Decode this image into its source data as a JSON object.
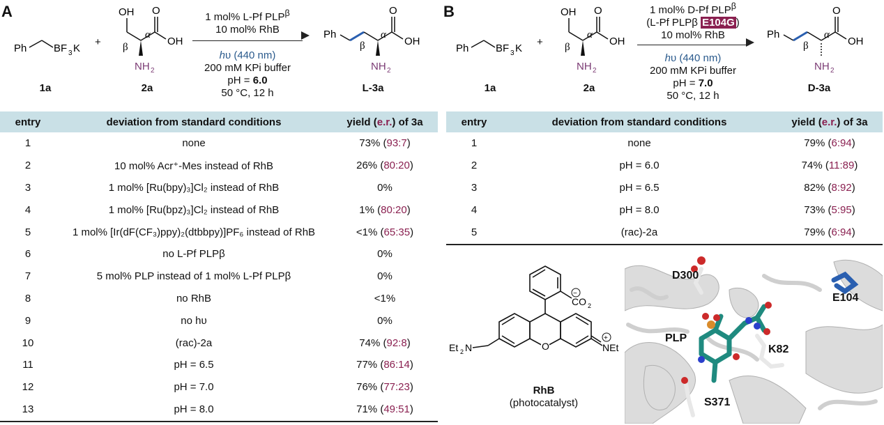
{
  "panelA": {
    "letter": "A",
    "reagent1": {
      "label": "1a"
    },
    "reagent2": {
      "label": "2a"
    },
    "product": {
      "label": "L-3a"
    },
    "conditions": {
      "catalyst_pre": "1 mol% ",
      "catalyst_d": "L",
      "catalyst_post": "-Pf PLP",
      "catalyst_sup": "β",
      "photocat": "10 mol% RhB",
      "light": "(440 nm)",
      "buffer": "200 mM KPi buffer",
      "ph_pre": "pH = ",
      "ph_val": "6.0",
      "temp": "50 °C, 12 h"
    },
    "table": {
      "headers": {
        "entry": "entry",
        "deviation": "deviation from standard conditions",
        "yield_pre": "yield (",
        "yield_er": "e.r.",
        "yield_post": ") of 3a"
      },
      "rows": [
        {
          "entry": "1",
          "deviation": "none",
          "yield": "73%",
          "er": "93:7"
        },
        {
          "entry": "2",
          "deviation": "10 mol% Acr⁺-Mes instead of RhB",
          "yield": "26%",
          "er": "80:20"
        },
        {
          "entry": "3",
          "deviation": "1 mol% [Ru(bpy)₃]Cl₂ instead of RhB",
          "yield": "0%",
          "er": ""
        },
        {
          "entry": "4",
          "deviation": "1 mol% [Ru(bpz)₃]Cl₂ instead of RhB",
          "yield": "1%",
          "er": "80:20"
        },
        {
          "entry": "5",
          "deviation": "1 mol% [Ir(dF(CF₃)ppy)₂(dtbbpy)]PF₆ instead of RhB",
          "yield": "<1%",
          "er": "65:35"
        },
        {
          "entry": "6",
          "deviation": "no  L-Pf PLPβ",
          "yield": "0%",
          "er": ""
        },
        {
          "entry": "7",
          "deviation": "5 mol% PLP instead of 1 mol% L-Pf PLPβ",
          "yield": "0%",
          "er": ""
        },
        {
          "entry": "8",
          "deviation": "no RhB",
          "yield": "<1%",
          "er": ""
        },
        {
          "entry": "9",
          "deviation": "no hυ",
          "yield": "0%",
          "er": ""
        },
        {
          "entry": "10",
          "deviation": "(rac)-2a",
          "yield": "74%",
          "er": "92:8"
        },
        {
          "entry": "11",
          "deviation": "pH = 6.5",
          "yield": "77%",
          "er": "86:14"
        },
        {
          "entry": "12",
          "deviation": "pH = 7.0",
          "yield": "76%",
          "er": "77:23"
        },
        {
          "entry": "13",
          "deviation": "pH = 8.0",
          "yield": "71%",
          "er": "49:51"
        }
      ]
    }
  },
  "panelB": {
    "letter": "B",
    "reagent1": {
      "label": "1a"
    },
    "reagent2": {
      "label": "2a"
    },
    "product": {
      "label": "D-3a"
    },
    "conditions": {
      "catalyst_pre": "1 mol% ",
      "catalyst_d": "D",
      "catalyst_post": "-Pf PLP",
      "catalyst_sup": "β",
      "mutant_pre": "(L-Pf PLPβ ",
      "mutant": "E104G",
      "mutant_post": ")",
      "photocat": "10 mol% RhB",
      "light": "(440 nm)",
      "buffer": "200 mM KPi buffer",
      "ph_pre": "pH = ",
      "ph_val": "7.0",
      "temp": "50 °C, 12 h"
    },
    "table": {
      "headers": {
        "entry": "entry",
        "deviation": "deviation from standard conditions",
        "yield_pre": "yield (",
        "yield_er": "e.r.",
        "yield_post": ") of 3a"
      },
      "rows": [
        {
          "entry": "1",
          "deviation": "none",
          "yield": "79%",
          "er": "6:94"
        },
        {
          "entry": "2",
          "deviation": "pH = 6.0",
          "yield": "74%",
          "er": "11:89"
        },
        {
          "entry": "3",
          "deviation": "pH = 6.5",
          "yield": "82%",
          "er": "8:92"
        },
        {
          "entry": "4",
          "deviation": "pH = 8.0",
          "yield": "73%",
          "er": "5:95"
        },
        {
          "entry": "5",
          "deviation": "(rac)-2a",
          "yield": "79%",
          "er": "6:94"
        }
      ]
    },
    "rhb": {
      "name": "RhB",
      "role": "(photocatalyst)"
    },
    "structure_labels": {
      "d300": "D300",
      "e104": "E104",
      "plp": "PLP",
      "k82": "K82",
      "s371": "S371"
    }
  },
  "colors": {
    "header_bg": "#c9e0e6",
    "er": "#8a2050",
    "light": "#2a5a8c",
    "nh2": "#7b3b74"
  }
}
